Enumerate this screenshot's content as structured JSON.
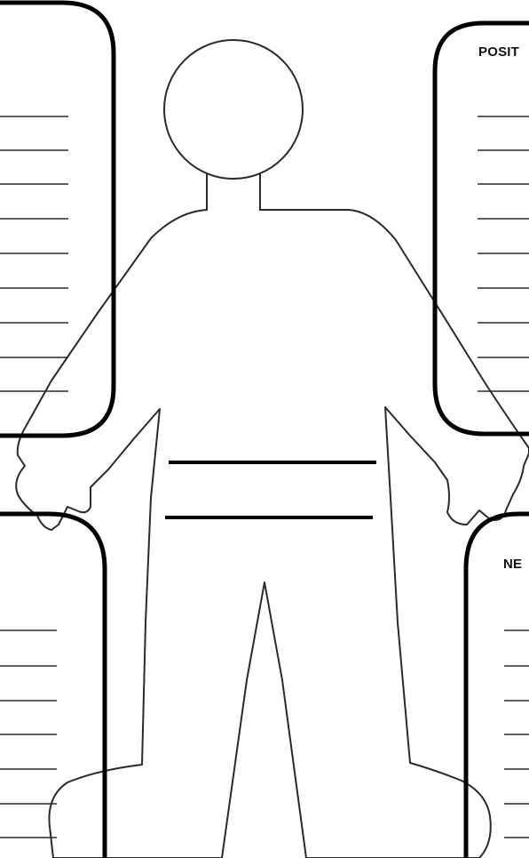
{
  "worksheet": {
    "boxes": {
      "top_left": {
        "label": ""
      },
      "top_right": {
        "label": "POSIT"
      },
      "bottom_left": {
        "label": ""
      },
      "bottom_right": {
        "label": "NE"
      }
    },
    "figure": {
      "name_lines": 2
    }
  }
}
